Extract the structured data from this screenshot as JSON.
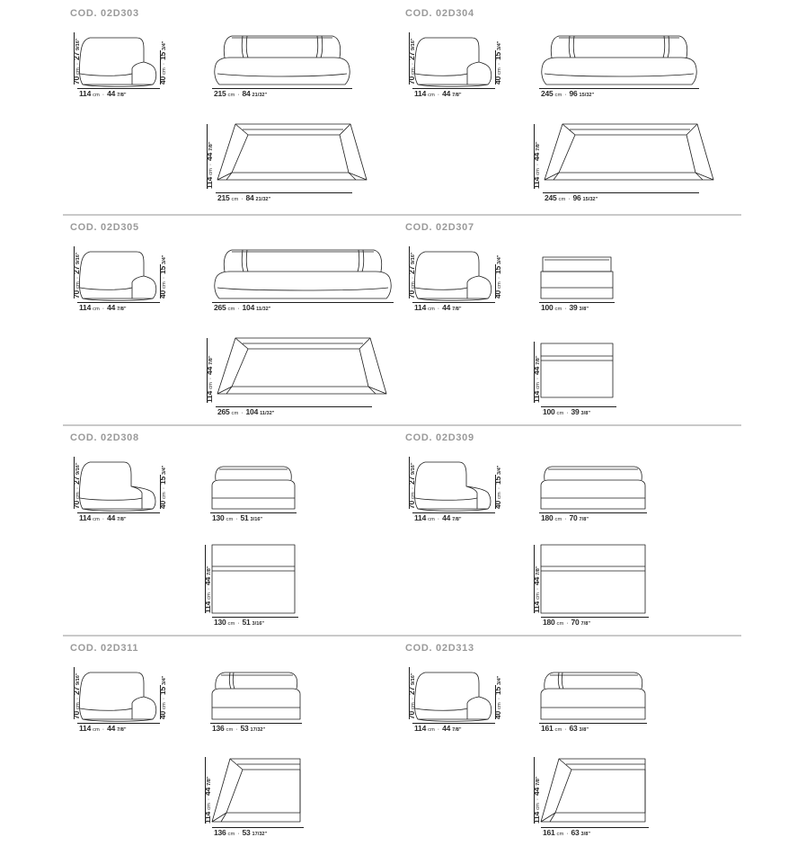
{
  "document": {
    "type": "furniture-dimension-spec-sheet",
    "separator_color": "#c9c9c9",
    "code_label_color": "#9a9a9a",
    "line_color": "#1d1d1d"
  },
  "common": {
    "unit_cm": "cm",
    "separator_dot": "·",
    "back_height": {
      "value": "70",
      "unit": "cm",
      "imperial": "27",
      "fraction": "9/16\""
    },
    "seat_height": {
      "value": "40",
      "unit": "cm",
      "imperial": "15",
      "fraction": "3/4\""
    },
    "side_depth": {
      "value": "114",
      "unit": "cm",
      "imperial": "44",
      "fraction": "7/8\""
    },
    "plan_depth": {
      "value": "114",
      "unit": "cm",
      "imperial": "44",
      "fraction": "7/8\""
    }
  },
  "sections": [
    {
      "id": "section-1",
      "items": [
        {
          "code": "COD. 02D303",
          "type": "sofa-with-arms",
          "side_view": {
            "height_back": "70 cm · 27 9/16\"",
            "height_seat": "40 cm · 15 3/4\"",
            "width": {
              "value": "114",
              "unit": "cm",
              "imperial": "44",
              "fraction": "7/8\""
            }
          },
          "front_view": {
            "width": {
              "value": "215",
              "unit": "cm",
              "imperial": "84",
              "fraction": "21/32\""
            }
          },
          "plan_view": {
            "has_plan": true,
            "depth": {
              "value": "114",
              "unit": "cm",
              "imperial": "44",
              "fraction": "7/8\""
            },
            "width": {
              "value": "215",
              "unit": "cm",
              "imperial": "84",
              "fraction": "21/32\""
            }
          }
        },
        {
          "code": "COD. 02D304",
          "type": "sofa-with-arms",
          "side_view": {
            "height_back": "70 cm · 27 9/16\"",
            "height_seat": "40 cm · 15 3/4\"",
            "width": {
              "value": "114",
              "unit": "cm",
              "imperial": "44",
              "fraction": "7/8\""
            }
          },
          "front_view": {
            "width": {
              "value": "245",
              "unit": "cm",
              "imperial": "96",
              "fraction": "15/32\""
            }
          },
          "plan_view": {
            "has_plan": true,
            "depth": {
              "value": "114",
              "unit": "cm",
              "imperial": "44",
              "fraction": "7/8\""
            },
            "width": {
              "value": "245",
              "unit": "cm",
              "imperial": "96",
              "fraction": "15/32\""
            }
          }
        }
      ]
    },
    {
      "id": "section-2",
      "items": [
        {
          "code": "COD. 02D305",
          "type": "sofa-with-arms",
          "side_view": {
            "height_back": "70 cm · 27 9/16\"",
            "height_seat": "40 cm · 15 3/4\"",
            "width": {
              "value": "114",
              "unit": "cm",
              "imperial": "44",
              "fraction": "7/8\""
            }
          },
          "front_view": {
            "width": {
              "value": "265",
              "unit": "cm",
              "imperial": "104",
              "fraction": "11/32\""
            }
          },
          "plan_view": {
            "has_plan": true,
            "depth": {
              "value": "114",
              "unit": "cm",
              "imperial": "44",
              "fraction": "7/8\""
            },
            "width": {
              "value": "265",
              "unit": "cm",
              "imperial": "104",
              "fraction": "11/32\""
            }
          }
        },
        {
          "code": "COD. 02D307",
          "type": "armless-module",
          "side_view": {
            "height_back": "70 cm · 27 9/16\"",
            "height_seat": "40 cm · 15 3/4\"",
            "width": {
              "value": "114",
              "unit": "cm",
              "imperial": "44",
              "fraction": "7/8\""
            }
          },
          "front_view": {
            "width": {
              "value": "100",
              "unit": "cm",
              "imperial": "39",
              "fraction": "3/8\""
            }
          },
          "plan_view": {
            "has_plan": true,
            "depth": {
              "value": "114",
              "unit": "cm",
              "imperial": "44",
              "fraction": "7/8\""
            },
            "width": {
              "value": "100",
              "unit": "cm",
              "imperial": "39",
              "fraction": "3/8\""
            }
          }
        }
      ]
    },
    {
      "id": "section-3",
      "items": [
        {
          "code": "COD. 02D308",
          "type": "chaise-longue",
          "side_view": {
            "height_back": "70 cm · 27 9/16\"",
            "height_seat": "40 cm · 15 3/4\"",
            "width": {
              "value": "114",
              "unit": "cm",
              "imperial": "44",
              "fraction": "7/8\""
            }
          },
          "front_view": {
            "width": {
              "value": "130",
              "unit": "cm",
              "imperial": "51",
              "fraction": "3/16\""
            }
          },
          "plan_view": {
            "has_plan": true,
            "depth": {
              "value": "114",
              "unit": "cm",
              "imperial": "44",
              "fraction": "7/8\""
            },
            "width": {
              "value": "130",
              "unit": "cm",
              "imperial": "51",
              "fraction": "3/16\""
            }
          }
        },
        {
          "code": "COD. 02D309",
          "type": "chaise-longue",
          "side_view": {
            "height_back": "70 cm · 27 9/16\"",
            "height_seat": "40 cm · 15 3/4\"",
            "width": {
              "value": "114",
              "unit": "cm",
              "imperial": "44",
              "fraction": "7/8\""
            }
          },
          "front_view": {
            "width": {
              "value": "180",
              "unit": "cm",
              "imperial": "70",
              "fraction": "7/8\""
            }
          },
          "plan_view": {
            "has_plan": true,
            "depth": {
              "value": "114",
              "unit": "cm",
              "imperial": "44",
              "fraction": "7/8\""
            },
            "width": {
              "value": "180",
              "unit": "cm",
              "imperial": "70",
              "fraction": "7/8\""
            }
          }
        }
      ]
    },
    {
      "id": "section-4",
      "items": [
        {
          "code": "COD. 02D311",
          "type": "corner-module",
          "side_view": {
            "height_back": "70 cm · 27 9/16\"",
            "height_seat": "40 cm · 15 3/4\"",
            "width": {
              "value": "114",
              "unit": "cm",
              "imperial": "44",
              "fraction": "7/8\""
            }
          },
          "front_view": {
            "width": {
              "value": "136",
              "unit": "cm",
              "imperial": "53",
              "fraction": "17/32\""
            }
          },
          "plan_view": {
            "has_plan": true,
            "depth": {
              "value": "114",
              "unit": "cm",
              "imperial": "44",
              "fraction": "7/8\""
            },
            "width": {
              "value": "136",
              "unit": "cm",
              "imperial": "53",
              "fraction": "17/32\""
            }
          }
        },
        {
          "code": "COD. 02D313",
          "type": "corner-module",
          "side_view": {
            "height_back": "70 cm · 27 9/16\"",
            "height_seat": "40 cm · 15 3/4\"",
            "width": {
              "value": "114",
              "unit": "cm",
              "imperial": "44",
              "fraction": "7/8\""
            }
          },
          "front_view": {
            "width": {
              "value": "161",
              "unit": "cm",
              "imperial": "63",
              "fraction": "3/8\""
            }
          },
          "plan_view": {
            "has_plan": true,
            "depth": {
              "value": "114",
              "unit": "cm",
              "imperial": "44",
              "fraction": "7/8\""
            },
            "width": {
              "value": "161",
              "unit": "cm",
              "imperial": "63",
              "fraction": "3/8\""
            }
          }
        }
      ]
    }
  ]
}
